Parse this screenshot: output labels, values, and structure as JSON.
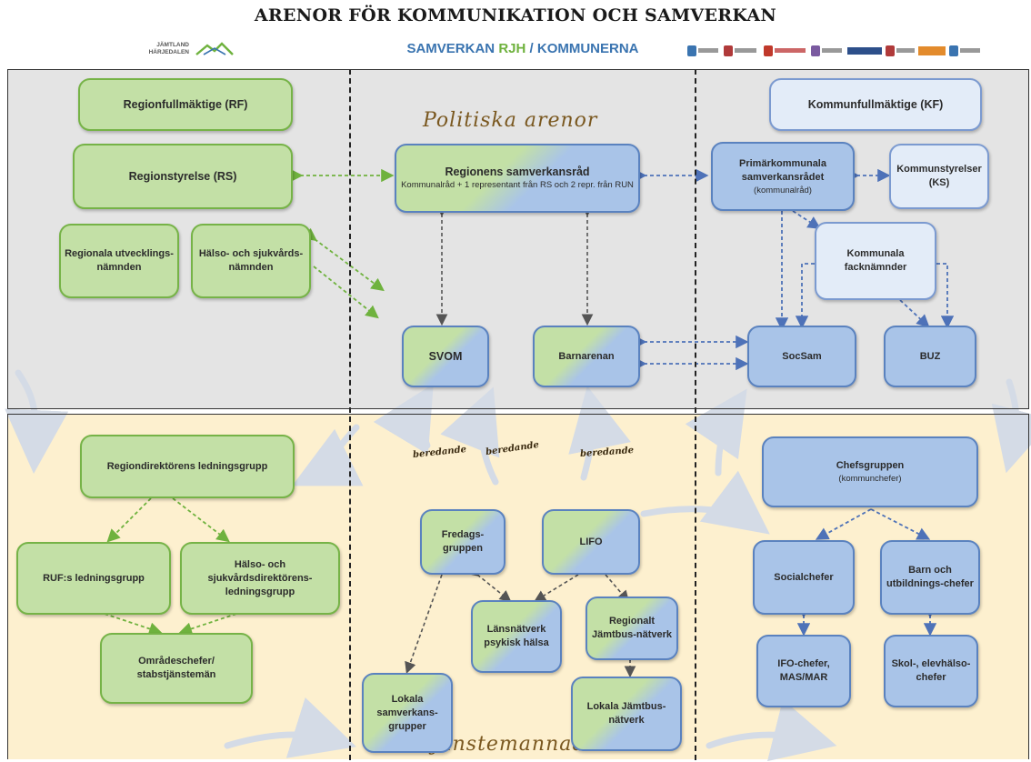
{
  "title": "ARENOR FÖR KOMMUNIKATION OCH SAMVERKAN",
  "header": {
    "samverkan": "SAMVERKAN",
    "rjh": "RJH",
    "slash": "/",
    "kommunerna": "KOMMUNERNA",
    "logo_left_line1": "JÄMTLAND",
    "logo_left_line2": "HÄRJEDALEN"
  },
  "arenas": {
    "political": "Politiska arenor",
    "official": "Tjänstemannaarenor"
  },
  "beredande": [
    "beredande",
    "beredande",
    "beredande"
  ],
  "boxes": {
    "rf": "Regionfullmäktige (RF)",
    "rs": "Regionstyrelse (RS)",
    "run": "Regionala utvecklings-nämnden",
    "hsn": "Hälso- och sjukvårds-nämnden",
    "rsr_title": "Regionens samverkansråd",
    "rsr_sub": "Kommunalråd + 1 representant från RS och 2 repr. från RUN",
    "kf": "Kommunfullmäktige (KF)",
    "psr_title": "Primärkommunala samverkansrådet",
    "psr_sub": "(kommunalråd)",
    "ks": "Kommunstyrelser (KS)",
    "fack": "Kommunala facknämnder",
    "svom": "SVOM",
    "barnarenan": "Barnarenan",
    "socsam": "SocSam",
    "buz": "BUZ",
    "rdlg": "Regiondirektörens ledningsgrupp",
    "ruf": "RUF:s ledningsgrupp",
    "hsdl": "Hälso- och sjukvårdsdirektörens-ledningsgrupp",
    "omr": "Områdeschefer/ stabstjänstemän",
    "fredag": "Fredags-gruppen",
    "lifo": "LIFO",
    "lans": "Länsnätverk psykisk hälsa",
    "regj": "Regionalt Jämtbus-nätverk",
    "lokala_sam": "Lokala samverkans-grupper",
    "lokala_j": "Lokala Jämtbus-nätverk",
    "chefs_title": "Chefsgruppen",
    "chefs_sub": "(kommunchefer)",
    "social": "Socialchefer",
    "barn": "Barn och utbildnings-chefer",
    "ifo": "IFO-chefer, MAS/MAR",
    "skol": "Skol-, elevhälso-chefer"
  },
  "colors": {
    "green_fill": "#c3e0a6",
    "green_border": "#76b347",
    "blue_fill": "#a9c4e8",
    "blue_border": "#5a82bf",
    "political_bg": "#e4e4e4",
    "official_bg": "#fdf0cf"
  }
}
